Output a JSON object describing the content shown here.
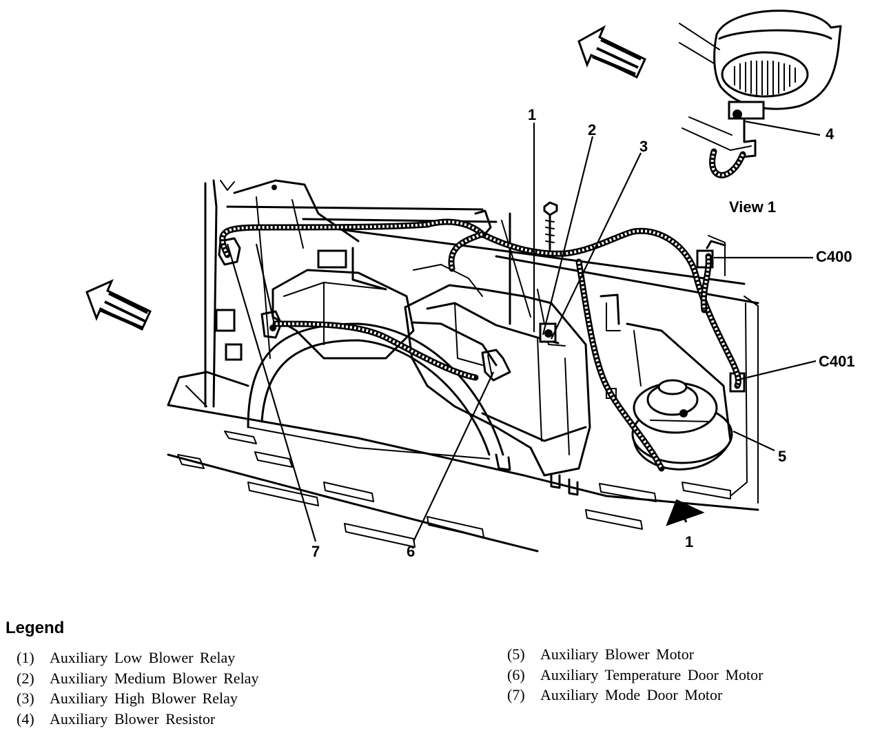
{
  "callouts": {
    "c1": "1",
    "c2": "2",
    "c3": "3",
    "c4": "4",
    "c5": "5",
    "c6": "6",
    "c7": "7",
    "view_ref": "1",
    "c400": "C400",
    "c401": "C401"
  },
  "view_title": "View 1",
  "legend": {
    "title": "Legend",
    "items": [
      {
        "num": "(1)",
        "label": "Auxiliary Low Blower Relay"
      },
      {
        "num": "(2)",
        "label": "Auxiliary Medium Blower Relay"
      },
      {
        "num": "(3)",
        "label": "Auxiliary High Blower Relay"
      },
      {
        "num": "(4)",
        "label": "Auxiliary Blower Resistor"
      },
      {
        "num": "(5)",
        "label": "Auxiliary Blower Motor"
      },
      {
        "num": "(6)",
        "label": "Auxiliary Temperature Door Motor"
      },
      {
        "num": "(7)",
        "label": "Auxiliary Mode Door Motor"
      }
    ]
  }
}
